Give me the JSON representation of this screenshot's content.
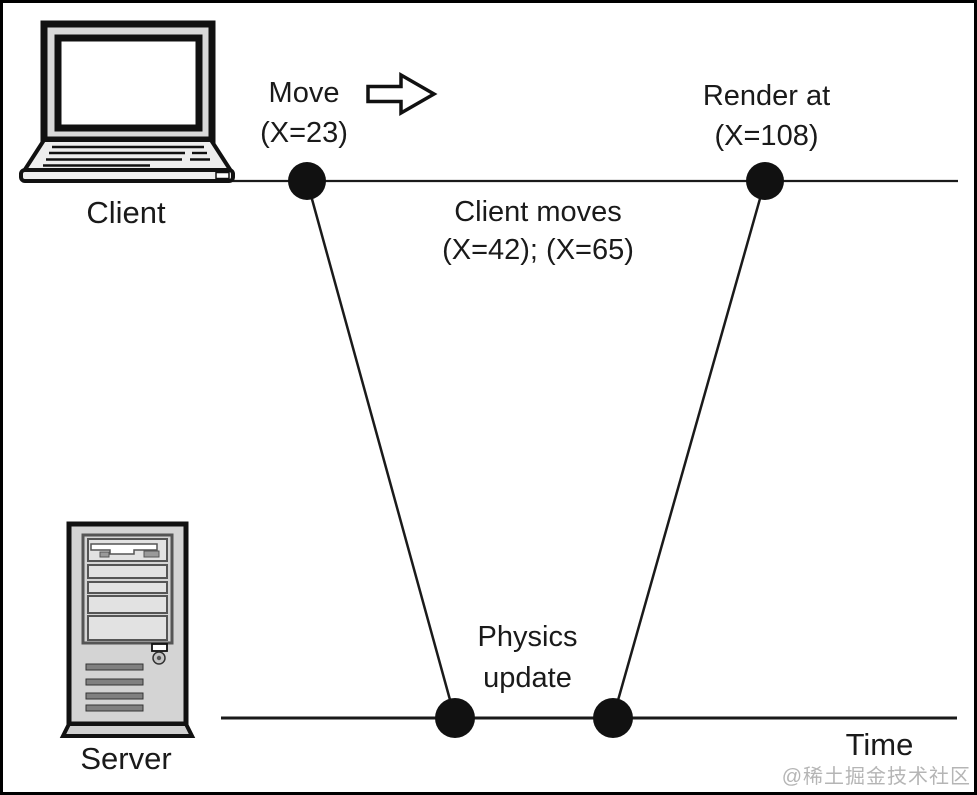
{
  "diagram": {
    "client_label": "Client",
    "server_label": "Server",
    "time_label": "Time",
    "move_event": {
      "line1": "Move",
      "line2": "(X=23)"
    },
    "render_event": {
      "line1": "Render at",
      "line2": "(X=108)"
    },
    "client_moves_event": {
      "line1": "Client moves",
      "line2": "(X=42); (X=65)"
    },
    "physics_event": {
      "line1": "Physics",
      "line2": "update"
    }
  },
  "watermark": {
    "text": "@稀土掘金技术社区"
  },
  "colors": {
    "line": "#1a1a1a",
    "text": "#1a1a1a",
    "icon_fill": "#d9d9d9",
    "watermark": "#b5b5b5",
    "background": "#ffffff"
  }
}
